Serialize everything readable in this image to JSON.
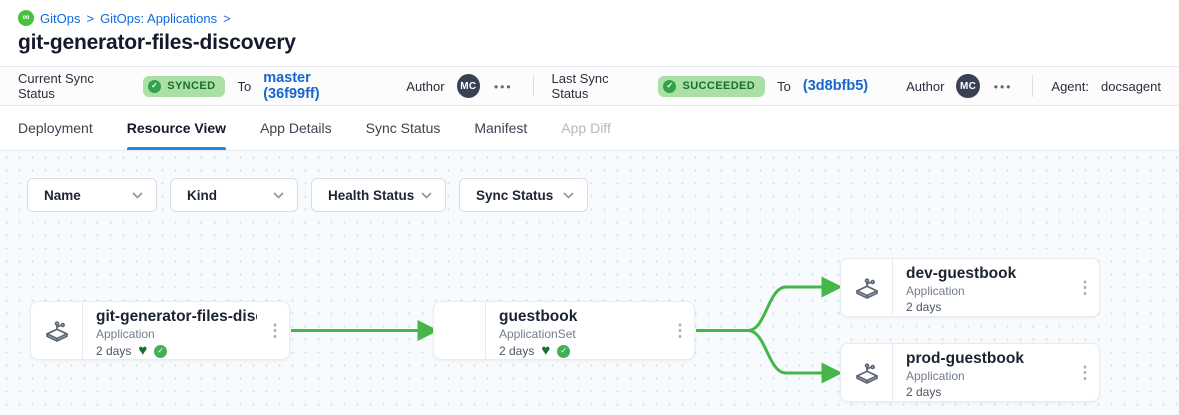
{
  "breadcrumb": {
    "icon": "gitops-logo-icon",
    "items": [
      "GitOps",
      "GitOps: Applications"
    ],
    "separator": ">"
  },
  "page_title": "git-generator-files-discovery",
  "status_bar": {
    "current_sync": {
      "label": "Current Sync Status",
      "badge": "SYNCED",
      "to_label": "To",
      "revision": "master (36f99ff)",
      "author_label": "Author",
      "author_initials": "MC"
    },
    "last_sync": {
      "label": "Last Sync Status",
      "badge": "SUCCEEDED",
      "to_label": "To",
      "revision": "(3d8bfb5)",
      "author_label": "Author",
      "author_initials": "MC"
    },
    "agent": {
      "label": "Agent:",
      "value": "docsagent"
    }
  },
  "tabs": [
    {
      "label": "Deployment",
      "state": "normal"
    },
    {
      "label": "Resource View",
      "state": "active"
    },
    {
      "label": "App Details",
      "state": "normal"
    },
    {
      "label": "Sync Status",
      "state": "normal"
    },
    {
      "label": "Manifest",
      "state": "normal"
    },
    {
      "label": "App Diff",
      "state": "disabled"
    }
  ],
  "filters": [
    {
      "label": "Name"
    },
    {
      "label": "Kind"
    },
    {
      "label": "Health Status"
    },
    {
      "label": "Sync Status"
    }
  ],
  "graph": {
    "nodes": [
      {
        "title": "git-generator-files-disco...",
        "kind": "Application",
        "age": "2 days",
        "type_icon": "argo-application-icon",
        "health_icon": "heart-healthy",
        "sync_icon": "check-synced"
      },
      {
        "title": "guestbook",
        "kind": "ApplicationSet",
        "age": "2 days",
        "type_icon": "",
        "health_icon": "heart-healthy",
        "sync_icon": "check-synced"
      },
      {
        "title": "dev-guestbook",
        "kind": "Application",
        "age": "2 days",
        "type_icon": "argo-application-icon"
      },
      {
        "title": "prod-guestbook",
        "kind": "Application",
        "age": "2 days",
        "type_icon": "argo-application-icon"
      }
    ],
    "edges": [
      {
        "from": "git-generator-files-disco...",
        "to": "guestbook"
      },
      {
        "from": "guestbook",
        "to": "dev-guestbook"
      },
      {
        "from": "guestbook",
        "to": "prod-guestbook"
      }
    ]
  },
  "colors": {
    "accent_blue": "#1666d0",
    "tab_underline": "#1e8be6",
    "badge_bg": "#abe0a5",
    "badge_text": "#1c6b30",
    "badge_check_bg": "#34a14b",
    "edge_green": "#45b649",
    "health_heart_green": "#157032",
    "sync_check_green": "#43b058",
    "avatar_bg": "#3a4155",
    "gitops_logo_green": "#45c13e"
  }
}
